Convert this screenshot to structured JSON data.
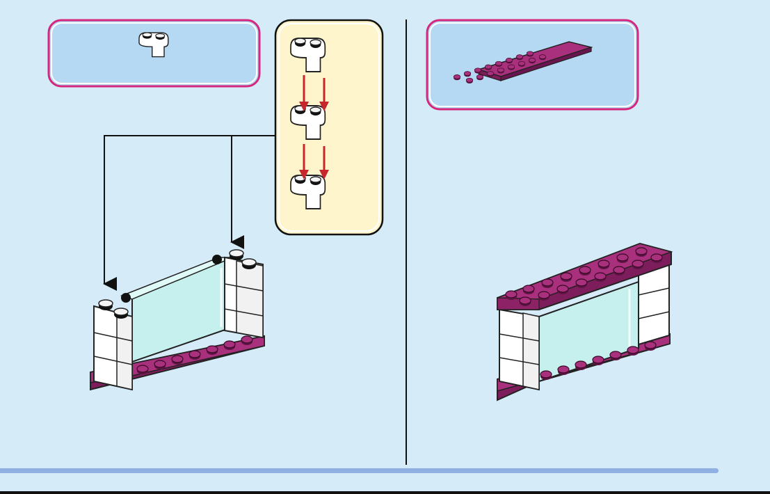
{
  "page": {
    "background": "#d5ebf8",
    "divider_color": "#111111",
    "footer_bar_color": "#8fb0e0"
  },
  "panels": [
    {
      "name": "step-left",
      "parts_box": {
        "border_color": "#d6277d",
        "fill": "#b5d9f2",
        "parts": [
          {
            "type": "white 1x2 curved brick",
            "quantity": ""
          }
        ]
      },
      "sub_assembly": {
        "fill": "#fff5cc",
        "border_color": "#111111",
        "steps": 3,
        "arrow_color": "#c8262d"
      }
    },
    {
      "name": "step-right",
      "parts_box": {
        "border_color": "#d6277d",
        "fill": "#b5d9f2",
        "parts": [
          {
            "type": "magenta 2x8 plate",
            "quantity": ""
          }
        ]
      }
    }
  ],
  "colors": {
    "magenta_top": "#a8307c",
    "magenta_side": "#7e1d5c",
    "stud": "#9b2a73",
    "white": "#ffffff",
    "glass": "#c6f0ee",
    "outline": "#222222"
  }
}
